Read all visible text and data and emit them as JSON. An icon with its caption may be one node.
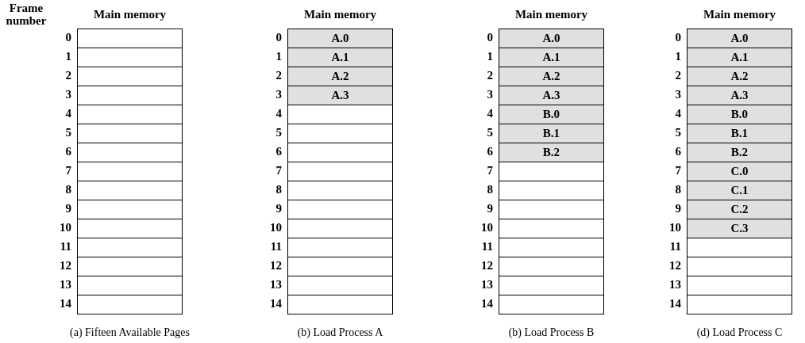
{
  "diagram": {
    "nodes": [
      {
        "text": [
          "Main memory"
        ],
        "beside": [
          "(a) Fifteen Available Pages"
        ]
      },
      {
        "text": [],
        "shape": "box",
        "in": 0
      },
      {
        "text": [],
        "shape": "box",
        "in": 0
      },
      {
        "text": [],
        "shape": "box",
        "in": 0
      },
      {
        "text": [],
        "shape": "box",
        "in": 0
      },
      {
        "text": [],
        "shape": "box",
        "in": 0
      },
      {
        "text": [],
        "shape": "box",
        "in": 0
      },
      {
        "text": [],
        "shape": "box",
        "in": 0
      },
      {
        "text": [],
        "shape": "box",
        "in": 0
      },
      {
        "text": [],
        "shape": "box",
        "in": 0
      },
      {
        "text": [],
        "shape": "box",
        "in": 0
      },
      {
        "text": [],
        "shape": "box",
        "in": 0
      },
      {
        "text": [],
        "shape": "box",
        "in": 0
      },
      {
        "text": [],
        "shape": "box",
        "in": 0
      },
      {
        "text": [],
        "shape": "box",
        "in": 0
      },
      {
        "text": [],
        "shape": "box",
        "in": 0
      },
      {
        "text": [
          "Main memory"
        ],
        "beside": [
          "(b) Load Process A"
        ]
      },
      {
        "text": [
          "A.0"
        ],
        "in": 16
      },
      {
        "text": [
          "A.1"
        ],
        "in": 16
      },
      {
        "text": [
          "A.2"
        ],
        "in": 16
      },
      {
        "text": [
          "A.3"
        ],
        "in": 16
      },
      {
        "text": [],
        "shape": "box",
        "in": 16
      },
      {
        "text": [],
        "shape": "box",
        "in": 16
      },
      {
        "text": [],
        "shape": "box",
        "in": 16
      },
      {
        "text": [],
        "shape": "box",
        "in": 16
      },
      {
        "text": [],
        "shape": "box",
        "in": 16
      },
      {
        "text": [],
        "shape": "box",
        "in": 16
      },
      {
        "text": [],
        "shape": "box",
        "in": 16
      },
      {
        "text": [],
        "shape": "box",
        "in": 16
      },
      {
        "text": [],
        "shape": "box",
        "in": 16
      },
      {
        "text": [],
        "shape": "box",
        "in": 16
      },
      {
        "text": [],
        "shape": "box",
        "in": 16
      },
      {
        "text": [
          "Main memory"
        ],
        "beside": [
          "(b) Load Process B"
        ]
      },
      {
        "text": [
          "A.0"
        ],
        "in": 32
      },
      {
        "text": [
          "A.1"
        ],
        "in": 32
      },
      {
        "text": [
          "A.2"
        ],
        "in": 32
      },
      {
        "text": [
          "A.3"
        ],
        "in": 32
      },
      {
        "text": [
          "B.0"
        ],
        "in": 32
      },
      {
        "text": [
          "B.1"
        ],
        "in": 32
      },
      {
        "text": [
          "B.2"
        ],
        "in": 32
      },
      {
        "text": [],
        "shape": "box",
        "in": 32
      },
      {
        "text": [],
        "shape": "box",
        "in": 32
      },
      {
        "text": [],
        "shape": "box",
        "in": 32
      },
      {
        "text": [],
        "shape": "box",
        "in": 32
      },
      {
        "text": [],
        "shape": "box",
        "in": 32
      },
      {
        "text": [],
        "shape": "box",
        "in": 32
      },
      {
        "text": [],
        "shape": "box",
        "in": 32
      },
      {
        "text": [],
        "shape": "box",
        "in": 32
      },
      {
        "text": [
          "Main memory"
        ],
        "beside": [
          "(d) Load Process C"
        ]
      },
      {
        "text": [
          "A.0"
        ],
        "in": 48
      },
      {
        "text": [
          "A.1"
        ],
        "in": 48
      },
      {
        "text": [
          "A.2"
        ],
        "in": 48
      },
      {
        "text": [
          "A.3"
        ],
        "in": 48
      },
      {
        "text": [
          "B.0"
        ],
        "in": 48
      },
      {
        "text": [
          "B.1"
        ],
        "in": 48
      },
      {
        "text": [
          "B.2"
        ],
        "in": 48
      },
      {
        "text": [
          "C.0"
        ],
        "in": 48
      },
      {
        "text": [
          "C.1"
        ],
        "in": 48
      },
      {
        "text": [
          "C.2"
        ],
        "in": 48
      },
      {
        "text": [
          "C.3"
        ],
        "in": 48
      },
      {
        "text": [],
        "shape": "box",
        "in": 48
      },
      {
        "text": [],
        "shape": "box",
        "in": 48
      },
      {
        "text": [],
        "shape": "box",
        "in": 48
      },
      {
        "text": [],
        "shape": "box",
        "in": 48
      }
    ],
    "edges": [],
    "labels": [
      "Frame number",
      "0",
      "1",
      "2",
      "3",
      "4",
      "5",
      "6",
      "7",
      "8",
      "9",
      "10",
      "11",
      "12",
      "13",
      "14",
      "0",
      "1",
      "2",
      "3",
      "4",
      "5",
      "6",
      "7",
      "8",
      "9",
      "10",
      "11",
      "12",
      "13",
      "14",
      "0",
      "1",
      "2",
      "3",
      "4",
      "5",
      "6",
      "7",
      "8",
      "9",
      "10",
      "11",
      "12",
      "13",
      "14",
      "0",
      "1",
      "2",
      "3",
      "4",
      "5",
      "6",
      "7",
      "8",
      "9",
      "10",
      "11",
      "12",
      "13",
      "14"
    ]
  }
}
